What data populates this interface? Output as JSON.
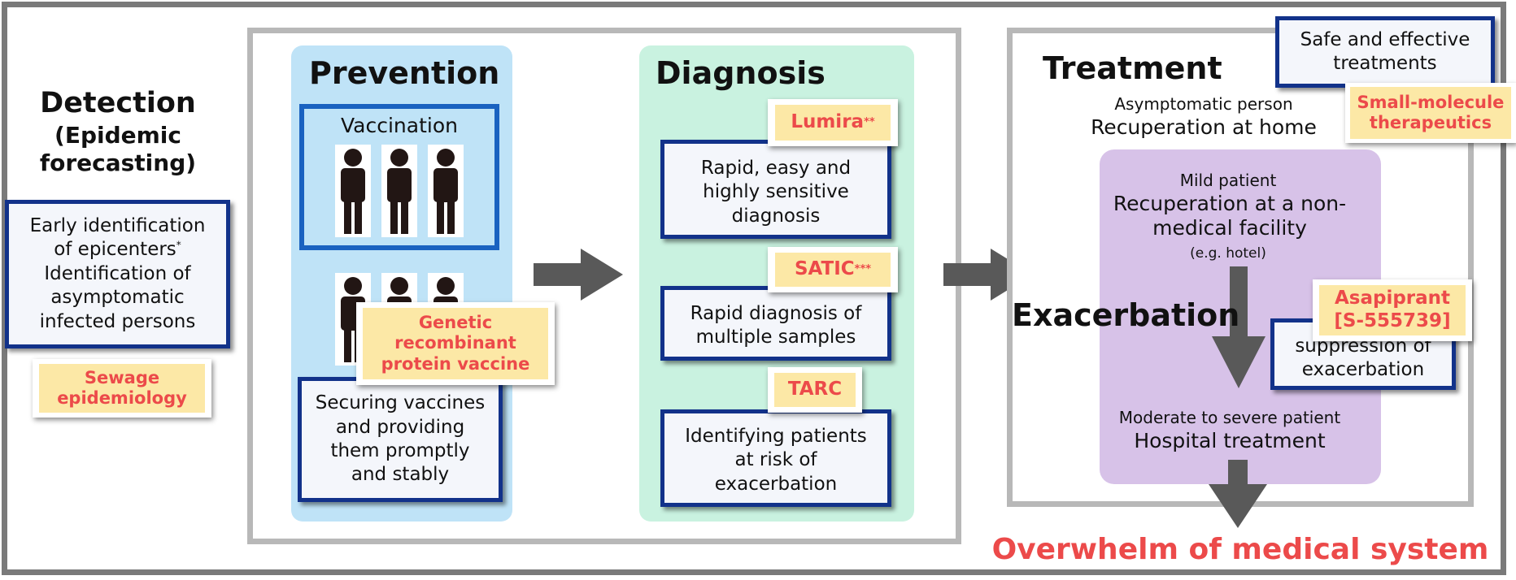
{
  "detection": {
    "title_line1": "Detection",
    "title_line2": "(Epidemic",
    "title_line3": "forecasting)",
    "box_line1": "Early identification",
    "box_line2": "of epicenters",
    "box_line2_mark": "*",
    "box_line3": "Identification of",
    "box_line4": "asymptomatic",
    "box_line5": "infected persons",
    "tag_line1": "Sewage",
    "tag_line2": "epidemiology"
  },
  "prevention": {
    "title": "Prevention",
    "vaccination_label": "Vaccination",
    "tag_line1": "Genetic",
    "tag_line2": "recombinant",
    "tag_line3": "protein vaccine",
    "box_line1": "Securing vaccines",
    "box_line2": "and providing",
    "box_line3": "them promptly",
    "box_line4": "and stably"
  },
  "diagnosis": {
    "title": "Diagnosis",
    "tag1": "Lumira",
    "tag1_mark": "**",
    "box1_line1": "Rapid, easy and",
    "box1_line2": "highly sensitive",
    "box1_line3": "diagnosis",
    "tag2": "SATIC",
    "tag2_mark": "***",
    "box2_line1": "Rapid diagnosis of",
    "box2_line2": "multiple samples",
    "tag3": "TARC",
    "box3_line1": "Identifying patients",
    "box3_line2": "at risk of",
    "box3_line3": "exacerbation"
  },
  "treatment": {
    "title": "Treatment",
    "safe_line1": "Safe and effective",
    "safe_line2": "treatments",
    "small_line1": "Small-molecule",
    "small_line2": "therapeutics",
    "asym_label": "Asymptomatic person",
    "asym_text": "Recuperation at home",
    "mild_label": "Mild patient",
    "mild_text_line1": "Recuperation at a non-",
    "mild_text_line2": "medical facility",
    "mild_note": "(e.g. hotel)",
    "exacerbation": "Exacerbation",
    "asap_line1": "Asapiprant",
    "asap_line2": "[S-555739]",
    "supp_line1": "suppression of",
    "supp_line2": "exacerbation",
    "mod_label": "Moderate to severe patient",
    "mod_text": "Hospital treatment"
  },
  "footer": {
    "overwhelm": "Overwhelm of medical system"
  },
  "colors": {
    "frame": "#7a7a7a",
    "inner_frame": "#b8b8b8",
    "prevention_bg": "#bfe3f7",
    "diagnosis_bg": "#c9f2e0",
    "treatment_bg": "#d7c2e8",
    "box_border": "#12328a",
    "tag_fill": "#fce8a6",
    "accent_red": "#ec4a4a",
    "arrow": "#595959"
  },
  "icons": {
    "person": "person-icon",
    "arrow": "arrow-right-icon",
    "arrow_down": "arrow-down-icon"
  }
}
